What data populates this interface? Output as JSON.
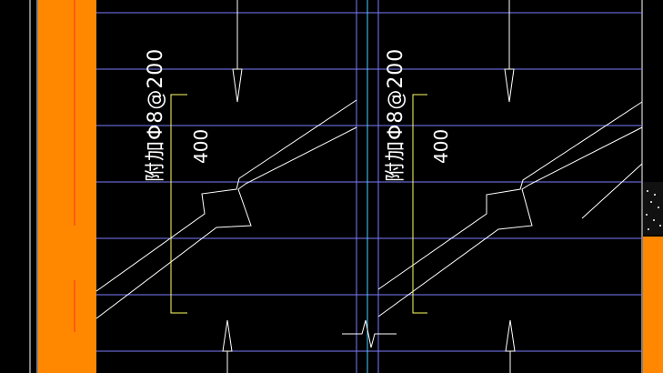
{
  "drawing": {
    "annotations": [
      {
        "id": "left",
        "note": "附加Φ8@200",
        "dimension": "400"
      },
      {
        "id": "right",
        "note": "附加Φ8@200",
        "dimension": "400"
      }
    ]
  },
  "colors": {
    "background": "#000000",
    "column_fill": "#ff8800",
    "grid_line": "#7b7bff",
    "linework": "#ffffff",
    "dimension": "#ffff66",
    "axis": "#ff3030",
    "structure": "#4aa3ff"
  }
}
